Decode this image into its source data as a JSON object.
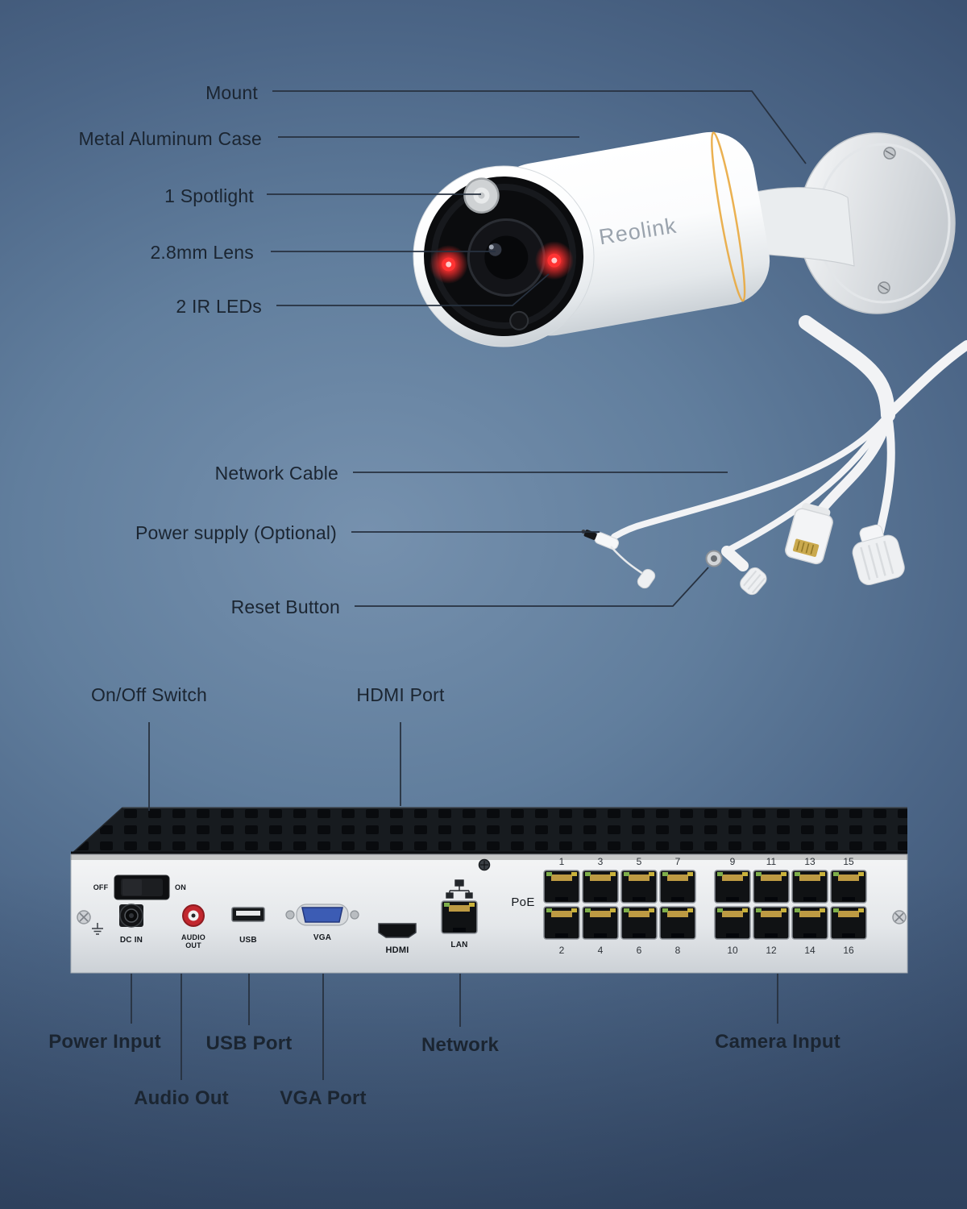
{
  "colors": {
    "background_top": "#7691ae",
    "background_bottom": "#3a5070",
    "label_text": "#1b2531",
    "leader_line": "#27313f",
    "camera_body": "#ffffff",
    "camera_seam": "#e9a93e",
    "ir_led": "#ff3333",
    "nvr_top": "#171a1e",
    "nvr_face": "#e9ebee",
    "vga_blue": "#3c5cb4",
    "rca_red": "#c2272e"
  },
  "brand_logo": "Reolink",
  "camera_callouts": {
    "mount": "Mount",
    "case": "Metal Aluminum Case",
    "spotlight": "1 Spotlight",
    "lens": "2.8mm Lens",
    "ir_leds": "2 IR LEDs",
    "network_cable": "Network Cable",
    "power_supply": "Power supply (Optional)",
    "reset_button": "Reset Button"
  },
  "nvr_callouts": {
    "on_off_switch": "On/Off Switch",
    "hdmi_port": "HDMI Port",
    "power_input": "Power Input",
    "usb_port": "USB Port",
    "network": "Network",
    "camera_input": "Camera Input",
    "audio_out": "Audio Out",
    "vga_port": "VGA Port"
  },
  "nvr_panel": {
    "off": "OFF",
    "on": "ON",
    "dc_in": "DC IN",
    "audio_out": "AUDIO OUT",
    "usb": "USB",
    "vga": "VGA",
    "hdmi": "HDMI",
    "lan": "LAN",
    "poe": "PoE",
    "port_numbers_top": [
      "1",
      "3",
      "5",
      "7",
      "9",
      "11",
      "13",
      "15"
    ],
    "port_numbers_bottom": [
      "2",
      "4",
      "6",
      "8",
      "10",
      "12",
      "14",
      "16"
    ]
  }
}
